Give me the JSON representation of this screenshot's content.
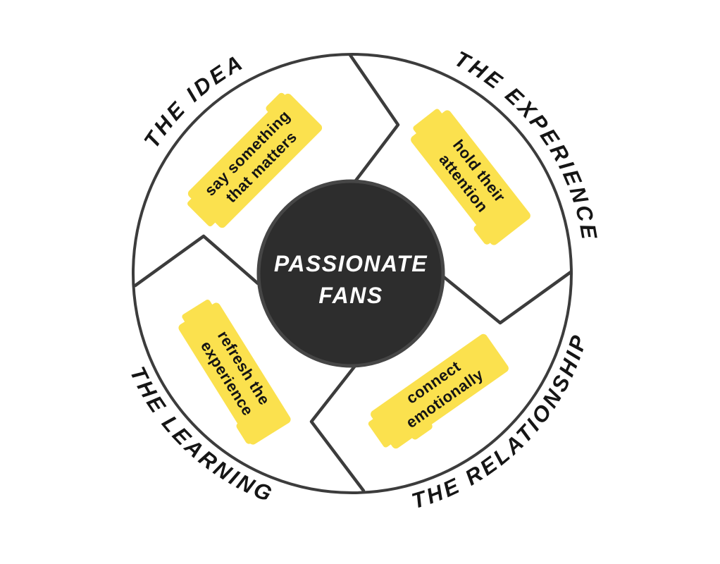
{
  "diagram": {
    "title_semantic": "passionate-fans-flywheel"
  },
  "center": {
    "line1": "PASSIONATE",
    "line2": "FANS"
  },
  "ring_labels": {
    "idea": "THE IDEA",
    "experience": "THE EXPERIENCE",
    "learning": "THE LEARNING",
    "relationship": "THE RELATIONSHIP"
  },
  "quadrants": {
    "idea": {
      "line1": "say something",
      "line2": "that matters"
    },
    "experience": {
      "line1": "hold their",
      "line2": "attention"
    },
    "learning": {
      "line1": "refresh the",
      "line2": "experience"
    },
    "relationship": {
      "line1": "connect",
      "line2": "emotionally"
    }
  },
  "colors": {
    "highlight": "#FBE14E",
    "ink": "#3C3C3C",
    "center_fill": "#2D2D2D",
    "center_text": "#FFFFFF",
    "ring_text": "#151515",
    "background": "#FFFFFF"
  }
}
